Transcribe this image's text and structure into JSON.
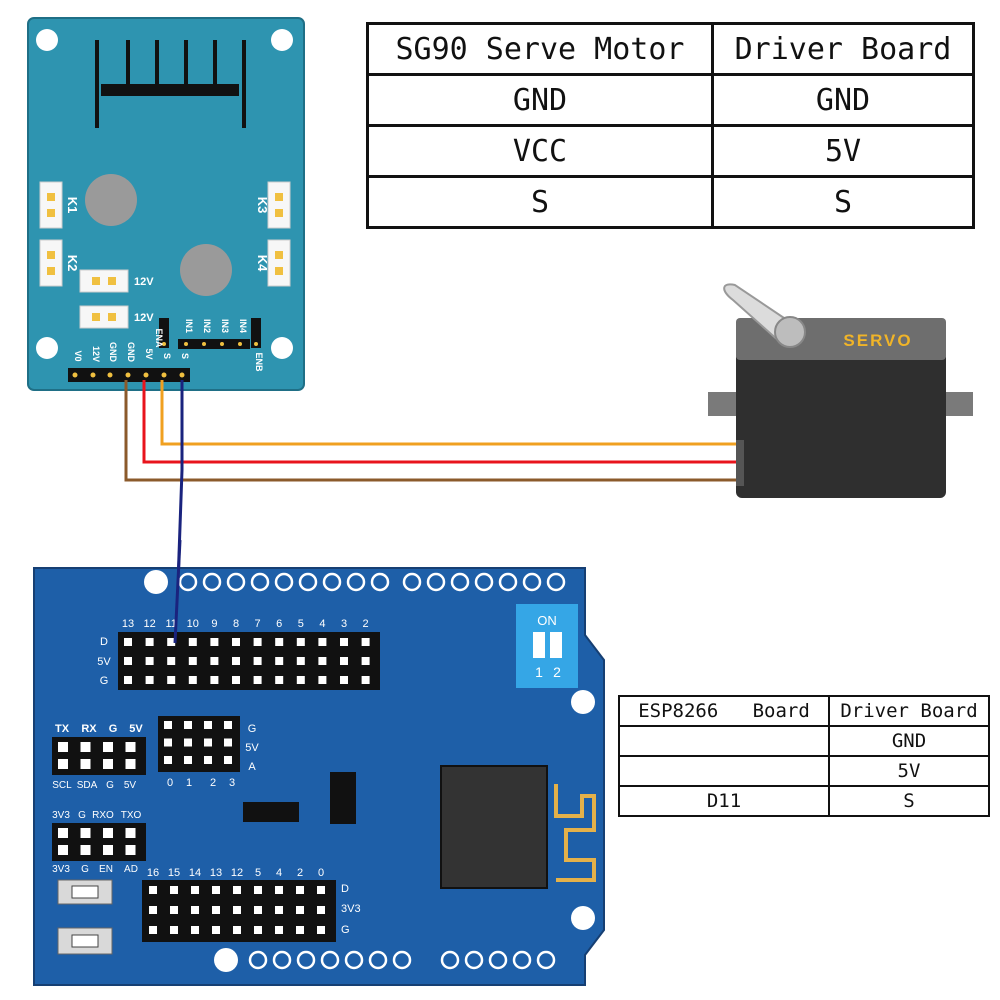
{
  "driver_board": {
    "color": "#2e94b0",
    "relay_labels": [
      "K1",
      "K2",
      "K3",
      "K4"
    ],
    "power_labels": [
      "12V",
      "12V"
    ],
    "input_header_labels": [
      "ENA",
      "IN1",
      "IN2",
      "IN3",
      "IN4",
      "ENB"
    ],
    "bottom_header_labels": [
      "V0",
      "12V",
      "GND",
      "5V",
      "S",
      "S"
    ]
  },
  "servo": {
    "label": "SERVO",
    "body_color": "#2f2f2f",
    "label_color": "#f0b428"
  },
  "wires": {
    "signal_color": "#f0a020",
    "power_color": "#e8141c",
    "ground_color": "#8b5a2b",
    "data_color": "#1a237e"
  },
  "esp_board": {
    "color": "#1e5fa8",
    "top_header_numbers": [
      "13",
      "12",
      "11",
      "10",
      "9",
      "8",
      "7",
      "6",
      "5",
      "4",
      "3",
      "2"
    ],
    "top_header_row_labels": [
      "D",
      "5V",
      "G"
    ],
    "switch_label": "ON",
    "switch_numbers": [
      "1",
      "2"
    ],
    "left_top_labels": [
      "TX",
      "RX",
      "G",
      "5V"
    ],
    "left_top_bottom_labels": [
      "SCL",
      "SDA",
      "G",
      "5V"
    ],
    "mid_header_row_labels": [
      "G",
      "5V",
      "A"
    ],
    "mid_header_numbers": [
      "0",
      "1",
      "2",
      "3"
    ],
    "left_bottom_top_labels": [
      "3V3",
      "G",
      "RXO",
      "TXO"
    ],
    "left_bottom_bottom_labels": [
      "3V3",
      "G",
      "EN",
      "AD"
    ],
    "bottom_header_numbers": [
      "16",
      "15",
      "14",
      "13",
      "12",
      "5",
      "4",
      "2",
      "0"
    ],
    "bottom_header_row_labels": [
      "D",
      "3V3",
      "G"
    ]
  },
  "table_servo": {
    "headers": [
      "SG90 Serve Motor",
      "Driver Board"
    ],
    "rows": [
      [
        "GND",
        "GND"
      ],
      [
        "VCC",
        "5V"
      ],
      [
        "S",
        "S"
      ]
    ]
  },
  "table_esp": {
    "headers": [
      "ESP8266   Board",
      "Driver Board"
    ],
    "rows": [
      [
        "",
        "GND"
      ],
      [
        "",
        "5V"
      ],
      [
        "D11",
        "S"
      ]
    ]
  }
}
